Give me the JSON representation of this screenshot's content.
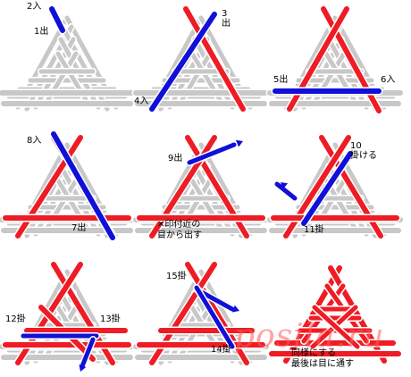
{
  "colors": {
    "gray": "#c8c8c8",
    "red": "#ee1c24",
    "blue": "#1010d8",
    "white": "#ffffff",
    "watermark": "#ff5a5a"
  },
  "panels": [
    {
      "id": "step1",
      "labels": [
        "2入",
        "1出"
      ]
    },
    {
      "id": "step2",
      "labels": [
        "3\n出",
        "4入"
      ]
    },
    {
      "id": "step3",
      "labels": [
        "5出",
        "6入"
      ]
    },
    {
      "id": "step4",
      "labels": [
        "8入",
        "7出"
      ]
    },
    {
      "id": "step5",
      "labels": [
        "9出"
      ],
      "note": "✕印付近の\n目から出す"
    },
    {
      "id": "step6",
      "labels": [
        "10\n掛ける",
        "11掛"
      ]
    },
    {
      "id": "step7",
      "labels": [
        "12掛",
        "13掛"
      ]
    },
    {
      "id": "step8",
      "labels": [
        "15掛",
        "14掛"
      ]
    },
    {
      "id": "step9",
      "note": "同様にする\n最後は目に通す"
    }
  ],
  "watermark": "posila.ru"
}
